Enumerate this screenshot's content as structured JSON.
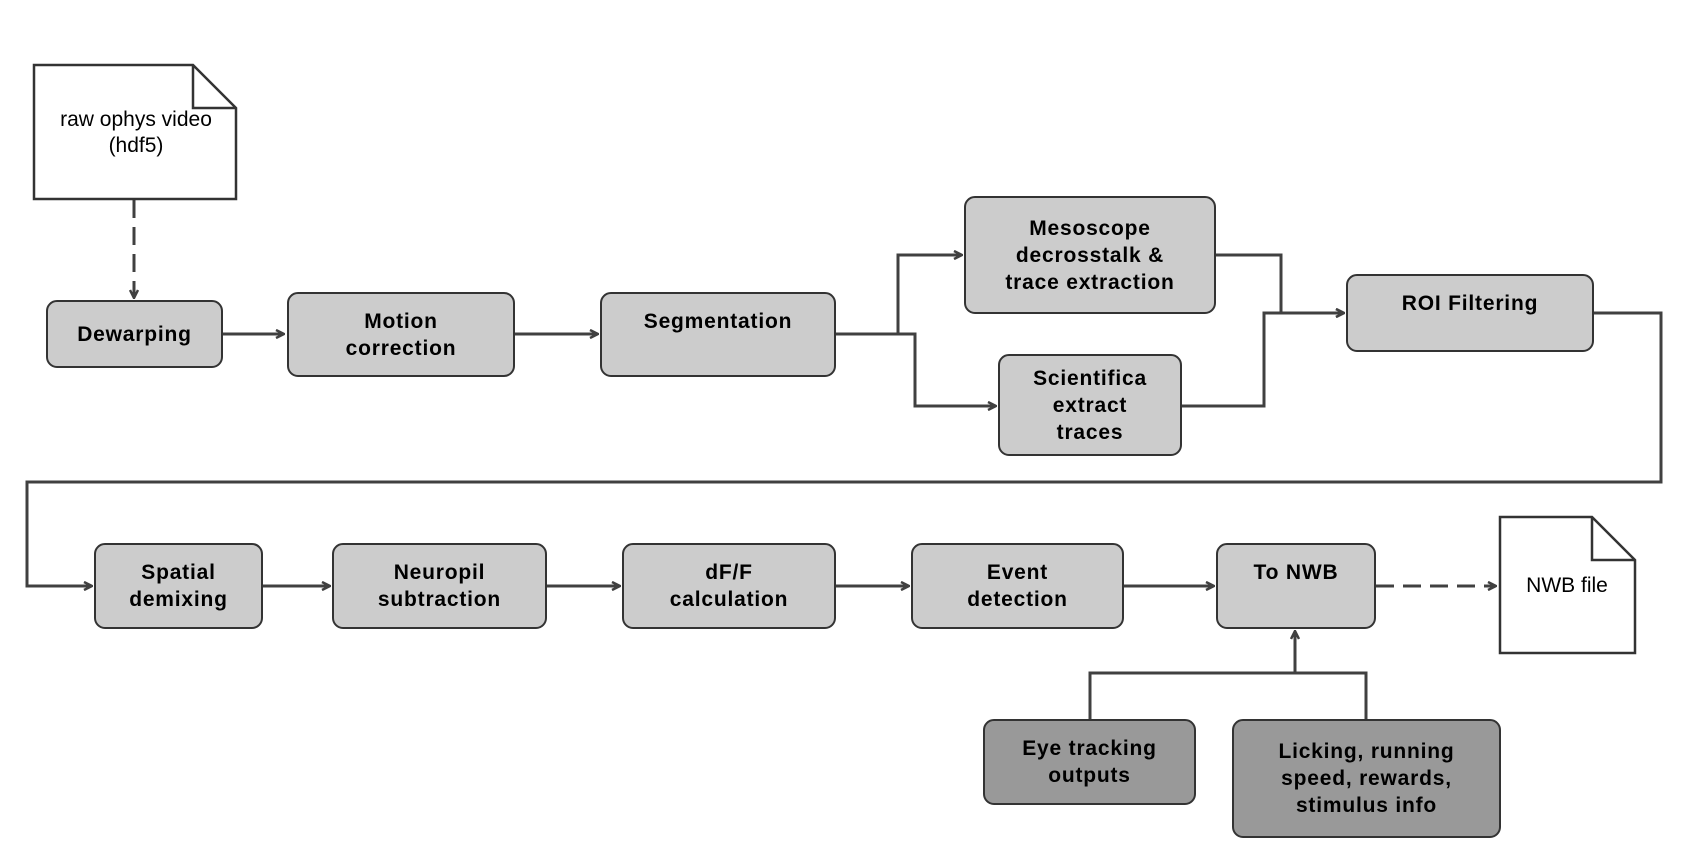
{
  "diagram": {
    "documents": {
      "raw_video": "raw ophys video\n(hdf5)",
      "nwb_file": "NWB file"
    },
    "steps": {
      "dewarping": "Dewarping",
      "motion_correction": "Motion\ncorrection",
      "segmentation": "Segmentation",
      "mesoscope": "Mesoscope\ndecrosstalk &\ntrace extraction",
      "scientifica": "Scientifica\nextract\ntraces",
      "roi_filtering": "ROI Filtering",
      "spatial_demixing": "Spatial\ndemixing",
      "neuropil_subtraction": "Neuropil\nsubtraction",
      "dff_calculation": "dF/F\ncalculation",
      "event_detection": "Event\ndetection",
      "to_nwb": "To NWB"
    },
    "inputs": {
      "eye_tracking": "Eye tracking\noutputs",
      "behavior": "Licking, running\nspeed, rewards,\nstimulus info"
    },
    "colors": {
      "step_fill": "#cccccc",
      "input_fill": "#999999",
      "line": "#404040"
    }
  }
}
